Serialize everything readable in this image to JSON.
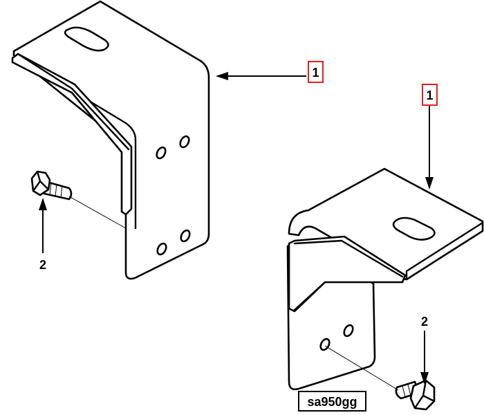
{
  "callouts": {
    "bracket_left": "1",
    "bracket_right": "1",
    "bolt_left": "2",
    "bolt_right": "2"
  },
  "drawing_ref": "sa950gg",
  "colors": {
    "line": "#000000",
    "callout_highlight": "#e02020",
    "background": "#ffffff"
  }
}
